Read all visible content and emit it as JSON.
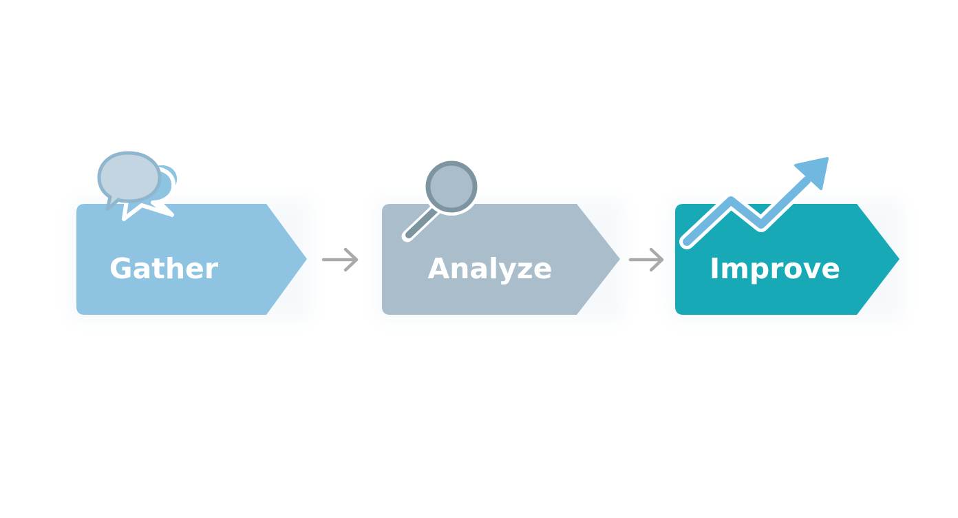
{
  "colors": {
    "background": "#ffffff",
    "gather": "#8ec4e2",
    "analyze": "#aabdcb",
    "improve": "#17aab6",
    "connector_arrow": "#a9a9a9",
    "chat_icon": "#c3d5e1",
    "magnifier_icon": "#7d95a1",
    "trend_arrow": "#70b8df"
  },
  "steps": [
    {
      "label": "Gather",
      "icon": "chat-bubbles-icon"
    },
    {
      "label": "Analyze",
      "icon": "magnifier-icon"
    },
    {
      "label": "Improve",
      "icon": "trend-up-arrow-icon"
    }
  ],
  "connectors": [
    {
      "icon": "arrow-right-icon"
    },
    {
      "icon": "arrow-right-icon"
    }
  ]
}
